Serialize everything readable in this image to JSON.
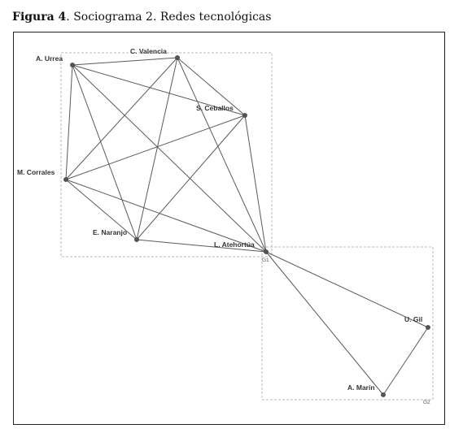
{
  "caption": {
    "figure_label": "Figura 4",
    "title": ". Sociograma 2. Redes tecnológicas"
  },
  "groups": [
    {
      "id": "G1",
      "label": "G1"
    },
    {
      "id": "G2",
      "label": "G2"
    }
  ],
  "nodes": [
    {
      "id": "urrea",
      "label": "A. Urrea",
      "group": "G1"
    },
    {
      "id": "valencia",
      "label": "C. Valencia",
      "group": "G1"
    },
    {
      "id": "ceballos",
      "label": "S. Ceballos",
      "group": "G1"
    },
    {
      "id": "corrales",
      "label": "M. Corrales",
      "group": "G1"
    },
    {
      "id": "naranjo",
      "label": "E. Naranjo",
      "group": "G1"
    },
    {
      "id": "atehortua",
      "label": "L. Atehortúa",
      "group": "G1"
    },
    {
      "id": "gil",
      "label": "U. Gil",
      "group": "G2"
    },
    {
      "id": "marin",
      "label": "A. Marín",
      "group": "G2"
    }
  ],
  "edges": [
    [
      "urrea",
      "valencia"
    ],
    [
      "urrea",
      "ceballos"
    ],
    [
      "urrea",
      "corrales"
    ],
    [
      "urrea",
      "naranjo"
    ],
    [
      "urrea",
      "atehortua"
    ],
    [
      "valencia",
      "ceballos"
    ],
    [
      "valencia",
      "corrales"
    ],
    [
      "valencia",
      "naranjo"
    ],
    [
      "valencia",
      "atehortua"
    ],
    [
      "ceballos",
      "corrales"
    ],
    [
      "ceballos",
      "naranjo"
    ],
    [
      "ceballos",
      "atehortua"
    ],
    [
      "corrales",
      "naranjo"
    ],
    [
      "corrales",
      "atehortua"
    ],
    [
      "naranjo",
      "atehortua"
    ],
    [
      "atehortua",
      "gil"
    ],
    [
      "atehortua",
      "marin"
    ],
    [
      "gil",
      "marin"
    ]
  ],
  "colors": {
    "line": "#5a5a5a",
    "node": "#555555",
    "group_border": "#b8b8b8",
    "frame": "#222222"
  }
}
